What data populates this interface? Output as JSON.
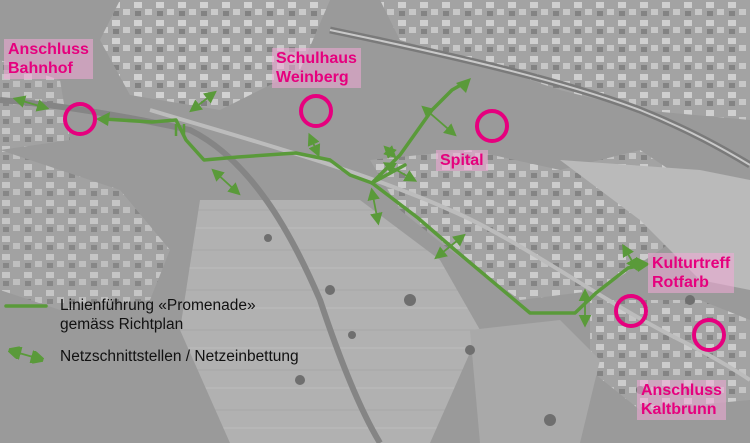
{
  "places": {
    "bahnhof": {
      "line1": "Anschluss",
      "line2": "Bahnhof"
    },
    "schulhaus": {
      "line1": "Schulhaus",
      "line2": "Weinberg"
    },
    "spital": {
      "line1": "Spital"
    },
    "kulturtreff": {
      "line1": "Kulturtreff",
      "line2": "Rotfarb"
    },
    "kaltbrunn": {
      "line1": "Anschluss",
      "line2": "Kaltbrunn"
    }
  },
  "legend": {
    "route_line1": "Linienführung «Promenade»",
    "route_line2": "gemäss Richtplan",
    "interfaces": "Netzschnittstellen / Netzeinbettung"
  },
  "colors": {
    "route": "#5a9a3a",
    "marker": "#e6007e",
    "label_bg": "#f2aad7",
    "map_base": "#9a9a9a"
  },
  "icons": {
    "destination_marker": "circle-outline",
    "interface": "double-arrow"
  }
}
